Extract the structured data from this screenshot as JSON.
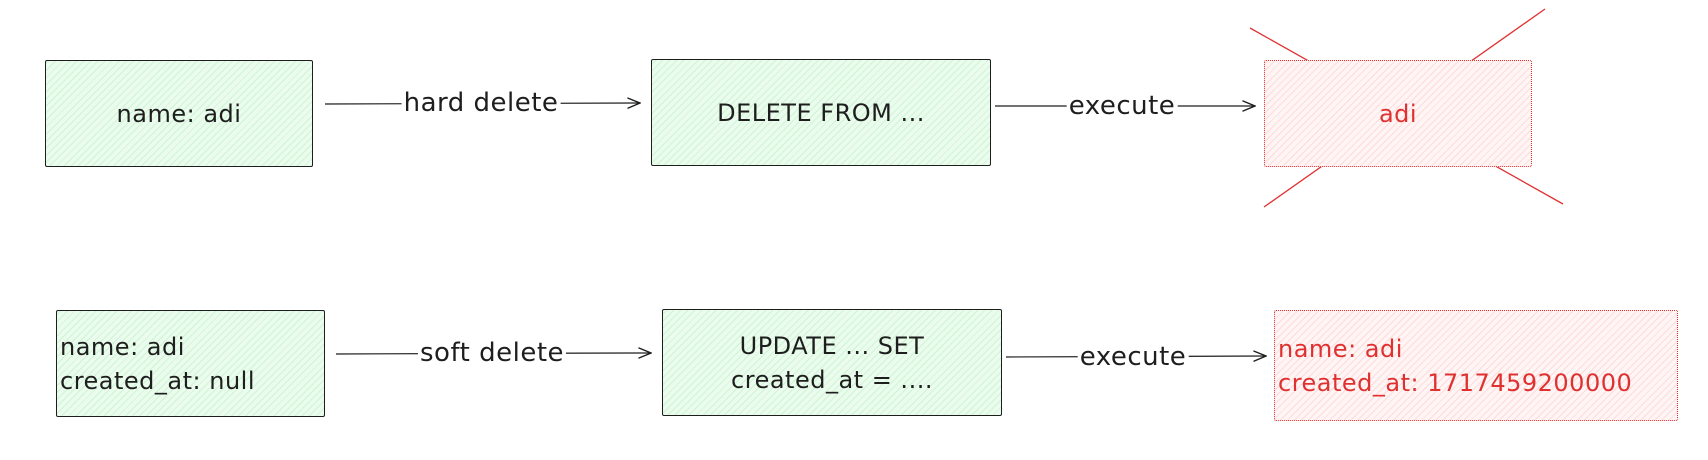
{
  "colors": {
    "stroke": "#1e1e1e",
    "box_fill": "#ebfbee",
    "box_hatch": "#b2f2bb",
    "result_stroke": "#e03131",
    "result_fill": "#fff5f5",
    "result_hatch": "#ffc9c9"
  },
  "hard_delete": {
    "source_text": "name: adi",
    "edge1_label": "hard delete",
    "query_text": "DELETE FROM ...",
    "edge2_label": "execute",
    "result_text": "adi"
  },
  "soft_delete": {
    "source_lines": [
      "name: adi",
      "created_at: null"
    ],
    "edge1_label": "soft delete",
    "query_lines": [
      "UPDATE ... SET",
      "created_at = ...."
    ],
    "edge2_label": "execute",
    "result_lines": [
      "name: adi",
      "created_at: 1717459200000"
    ]
  }
}
